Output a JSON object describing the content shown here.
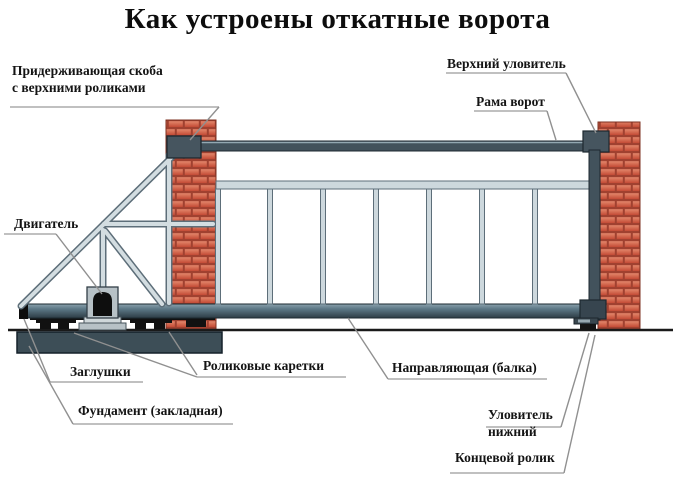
{
  "title": "Как устроены откатные ворота",
  "labels": {
    "bracket": {
      "text": "Придерживающая скоба\nс верхними роликами"
    },
    "top_catcher": {
      "text": "Верхний уловитель"
    },
    "frame": {
      "text": "Рама ворот"
    },
    "motor": {
      "text": "Двигатель"
    },
    "end_caps": {
      "text": "Заглушки"
    },
    "carriages": {
      "text": "Роликовые каретки"
    },
    "guide_beam": {
      "text": "Направляющая (балка)"
    },
    "foundation": {
      "text": "Фундамент (закладная)"
    },
    "bottom_catcher": {
      "text": "Уловитель\nнижний"
    },
    "end_roller": {
      "text": "Концевой ролик"
    }
  },
  "colors": {
    "background": "#ffffff",
    "text": "#141414",
    "brick": "#d3604a",
    "brick_highlight": "#e4886c",
    "brick_mortar": "#a04130",
    "steel_dark": "#42525c",
    "steel_medium": "#5d7886",
    "steel_light": "#cdd8dd",
    "steel_outline": "#5d6e79",
    "foundation_slab": "#3d4e57",
    "hardware_black": "#111111",
    "pointer_line": "#909090",
    "label_underline": "#ababab",
    "ground_line": "#1a1a1a"
  }
}
